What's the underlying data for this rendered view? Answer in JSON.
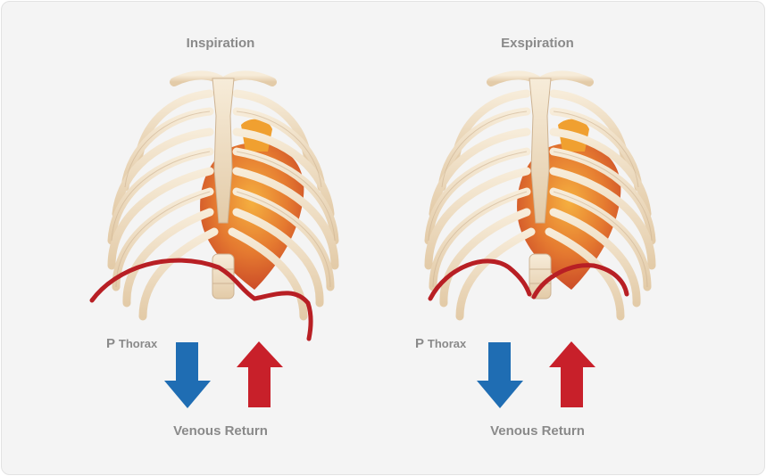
{
  "panels": [
    {
      "title": "Inspiration",
      "p_label": "P",
      "p_sub": "Thorax",
      "venous_label": "Venous Return"
    },
    {
      "title": "Exspiration",
      "p_label": "P",
      "p_sub": "Thorax",
      "venous_label": "Venous Return"
    }
  ],
  "colors": {
    "bone": "#efdcc1",
    "bone_edge": "#cdb393",
    "heart": "#d9532c",
    "heart_light": "#f2a033",
    "diaphragm": "#b81f24",
    "arrow_down": "#1f6db3",
    "arrow_up": "#c8202a",
    "text": "#8a8a8a"
  },
  "arrows": {
    "pressure": "down",
    "venous_return": "up"
  }
}
